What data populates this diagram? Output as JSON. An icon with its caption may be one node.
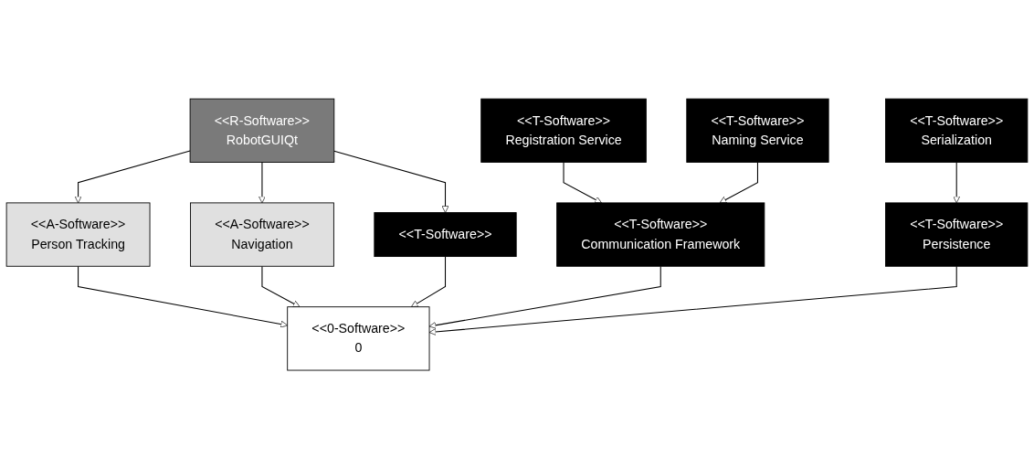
{
  "diagram": {
    "nodes": [
      {
        "text": [
          "<<R-Software>>",
          "RobotGUIQt"
        ]
      },
      {
        "text": [
          "<<A-Software>>",
          "Person Tracking"
        ]
      },
      {
        "text": [
          "<<T-Software>>",
          "Registration Service"
        ]
      },
      {
        "text": [
          "<<T-Software>>",
          "Naming Service"
        ]
      },
      {
        "text": [
          "<<T-Software>>",
          "Serialization"
        ]
      },
      {
        "text": [
          "<<T-Software>>"
        ]
      },
      {
        "text": [
          "<<A-Software>>",
          "Navigation"
        ]
      },
      {
        "text": [
          "<<T-Software>>",
          "Communication Framework"
        ]
      },
      {
        "text": [
          "<<T-Software>>",
          "Persistence"
        ]
      },
      {
        "text": [
          "<<0-Software>>",
          "0"
        ]
      }
    ],
    "edges": [
      {
        "from": 0,
        "to": 5,
        "arrow": "to"
      },
      {
        "from": 0,
        "to": 6,
        "arrow": "to"
      },
      {
        "from": 0,
        "to": 1,
        "arrow": "to"
      },
      {
        "from": 2,
        "to": 7,
        "arrow": "to"
      },
      {
        "from": 3,
        "to": 7,
        "arrow": "to"
      },
      {
        "from": 4,
        "to": 8,
        "arrow": "to"
      },
      {
        "from": 1,
        "to": 9,
        "arrow": "to"
      },
      {
        "from": 6,
        "to": 9,
        "arrow": "to"
      },
      {
        "from": 5,
        "to": 9,
        "arrow": "to"
      },
      {
        "from": 7,
        "to": 9,
        "arrow": "to"
      },
      {
        "from": 8,
        "to": 9,
        "arrow": "to"
      }
    ]
  }
}
